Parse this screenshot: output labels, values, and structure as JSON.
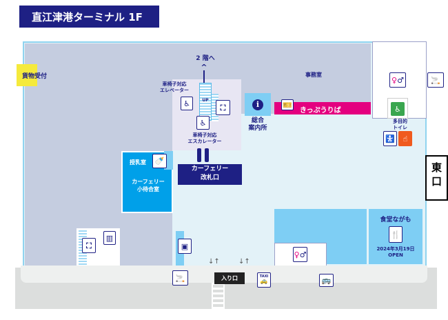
{
  "title": "直江津港ターミナル 1F",
  "areas": {
    "cargo": "貨物受付",
    "office": "事務室",
    "to_2f": "2 階へ",
    "elevator": "車椅子対応\nエレベーター",
    "escalator": "車椅子対応\nエスカレーター",
    "escalator_up": "UP",
    "info": "総合\n案内所",
    "ticket": "きっぷうりば",
    "multi_toilet": "多目的\nトイレ",
    "east_exit": "東\n口",
    "nursing": "授乳室",
    "waiting": "カーフェリー\n小待合室",
    "gate": "カーフェリー\n改札口",
    "restaurant": "食堂ながも",
    "restaurant_open": "2024年3月19日\nOPEN",
    "entrance": "入り口",
    "taxi": "TAXI"
  },
  "colors": {
    "navy": "#1e2084",
    "grey": "#c5cde0",
    "hall": "#e3f2f8",
    "blue": "#00a0e9",
    "light_blue": "#7ecef4",
    "magenta": "#e4007f",
    "yellow": "#f5ea3c",
    "green": "#3aa64f",
    "orange": "#f05a1e"
  }
}
